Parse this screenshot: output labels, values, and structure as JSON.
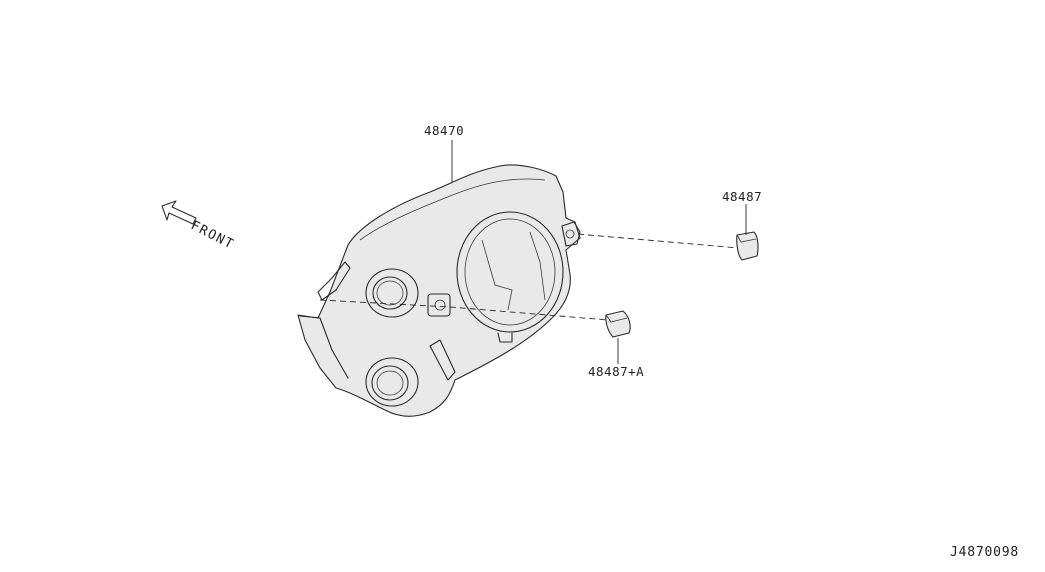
{
  "front_label": "FRONT",
  "parts": [
    {
      "number": "48470"
    },
    {
      "number": "48487"
    },
    {
      "number": "48487+A"
    }
  ],
  "diagram_code": "J4870098"
}
